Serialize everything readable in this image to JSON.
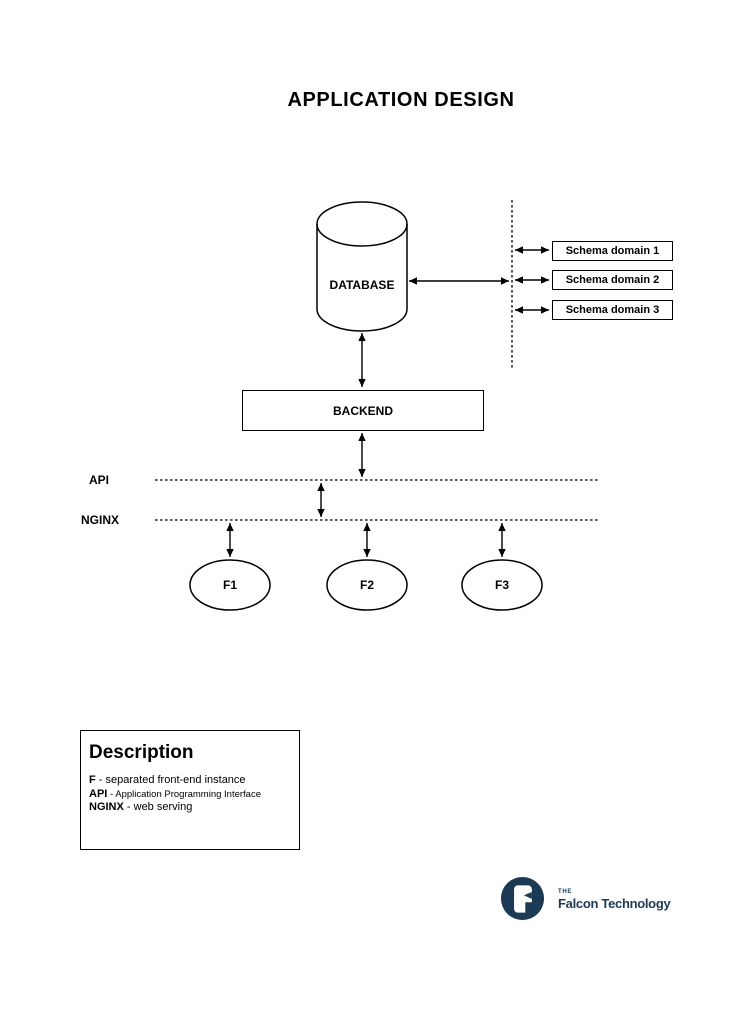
{
  "title": "APPLICATION DESIGN",
  "diagram": {
    "database": {
      "label": "DATABASE"
    },
    "backend": {
      "label": "BACKEND"
    },
    "schema_domains": [
      {
        "label": "Schema domain 1"
      },
      {
        "label": "Schema domain 2"
      },
      {
        "label": "Schema domain 3"
      }
    ],
    "layers": {
      "api_label": "API",
      "nginx_label": "NGINX"
    },
    "frontends": [
      {
        "label": "F1"
      },
      {
        "label": "F2"
      },
      {
        "label": "F3"
      }
    ]
  },
  "description": {
    "heading": "Description",
    "items": [
      {
        "term": "F",
        "text": " - separated front-end instance"
      },
      {
        "term": "API",
        "text": " - Application Programming Interface"
      },
      {
        "term": "NGINX",
        "text": " - web serving"
      }
    ]
  },
  "logo": {
    "prefix": "THE",
    "name": "Falcon Technology"
  },
  "colors": {
    "navy": "#1d3a54",
    "line": "#000000",
    "background": "#ffffff"
  }
}
